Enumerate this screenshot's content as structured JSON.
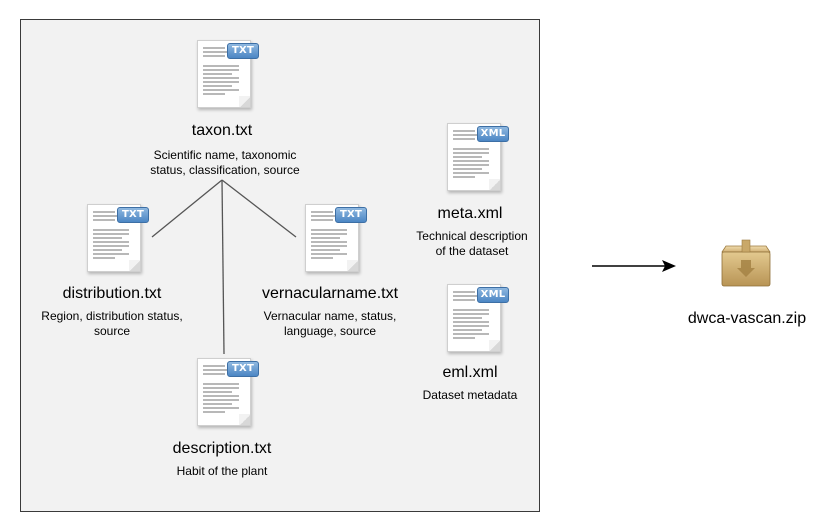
{
  "files": [
    {
      "id": "taxon",
      "name": "taxon.txt",
      "badge": "TXT",
      "desc_lines": [
        "Scientific name, taxonomic",
        "status, classification, source"
      ]
    },
    {
      "id": "distribution",
      "name": "distribution.txt",
      "badge": "TXT",
      "desc_lines": [
        "Region, distribution status,",
        "source"
      ]
    },
    {
      "id": "vernacular",
      "name": "vernacularname.txt",
      "badge": "TXT",
      "desc_lines": [
        "Vernacular name, status,",
        "language, source"
      ]
    },
    {
      "id": "description",
      "name": "description.txt",
      "badge": "TXT",
      "desc_lines": [
        "Habit of the plant"
      ]
    },
    {
      "id": "meta",
      "name": "meta.xml",
      "badge": "XML",
      "desc_lines": [
        "Technical description",
        "of the dataset"
      ]
    },
    {
      "id": "eml",
      "name": "eml.xml",
      "badge": "XML",
      "desc_lines": [
        "Dataset metadata"
      ]
    }
  ],
  "archive": {
    "name": "dwca-vascan.zip",
    "icon": "archive-box-icon"
  },
  "arrow_icon": "right-arrow-icon"
}
